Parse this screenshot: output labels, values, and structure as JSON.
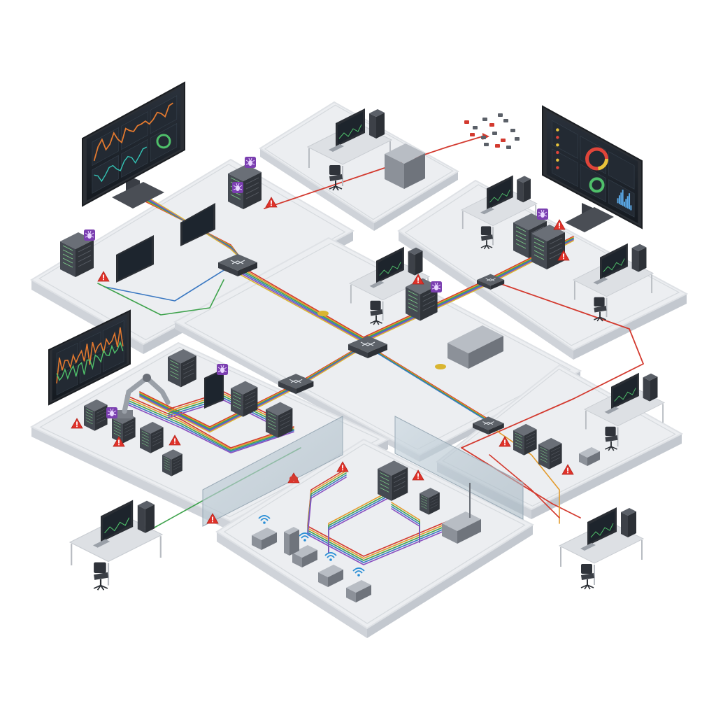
{
  "colors": {
    "background": "#ffffff",
    "platform_top": "#eceef1",
    "platform_side": "#cfd3d9",
    "platform_edge": "#dfe2e6",
    "device_dark": "#3d4148",
    "device_mid": "#5b6068",
    "device_light": "#8c9199",
    "screen": "#1c2128",
    "desk": "#dde0e4",
    "glass": "#b9c6cf",
    "wire_red": "#d33a2f",
    "wire_orange": "#e39a2b",
    "wire_green": "#3fa34d",
    "wire_blue": "#3a78c2",
    "wire_purple": "#8a4fc0",
    "wire_yellow": "#d9b530",
    "warning": "#e0322a",
    "threat_badge": "#7b3fb0",
    "wifi": "#2a8fd6",
    "chart_orange": "#e2792f",
    "chart_green": "#4fc06a",
    "chart_teal": "#33c4b5",
    "chart_red": "#e0453a",
    "chart_yellow": "#e8c33a"
  },
  "icons": {
    "warning": "warning-triangle-icon",
    "threat": "bug-icon",
    "wifi": "wifi-icon",
    "switch": "network-switch-icon"
  },
  "zones": [
    "zone-it-servers",
    "zone-top-workstation",
    "zone-soc-right",
    "zone-core-network",
    "zone-industrial-floor",
    "zone-iot-field",
    "zone-remote-right"
  ],
  "alerts": {
    "warning_count": 14,
    "threat_count": 7
  }
}
